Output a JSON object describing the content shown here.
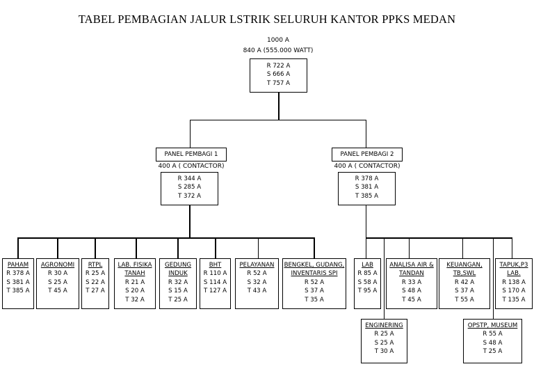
{
  "title": "TABEL PEMBAGIAN JALUR LSTRIK SELURUH KANTOR PPKS MEDAN",
  "main": {
    "line1": "1000 A",
    "line2": "840 A (555.000 WATT)",
    "phases": [
      "R 722 A",
      "S 666 A",
      "T 757 A"
    ]
  },
  "panel1": {
    "label": "PANEL PEMBAGI 1",
    "rating": "400 A ( CONTACTOR)",
    "phases": [
      "R 344 A",
      "S 285 A",
      "T 372 A"
    ]
  },
  "panel2": {
    "label": "PANEL PEMBAGI 2",
    "rating": "400 A ( CONTACTOR)",
    "phases": [
      "R 378 A",
      "S 381 A",
      "T 385 A"
    ]
  },
  "branches": [
    {
      "title": "PAHAM",
      "values": [
        "R 378 A",
        "S 381 A",
        "T 385 A"
      ]
    },
    {
      "title": "AGRONOMI",
      "values": [
        "R 30 A",
        "S 25 A",
        "T 45 A"
      ]
    },
    {
      "title": "RTPL",
      "values": [
        "R 25 A",
        "S 22 A",
        "T 27 A"
      ]
    },
    {
      "title": "LAB. FISIKA TANAH",
      "title_lines": [
        "LAB. FISIKA",
        "TANAH"
      ],
      "values": [
        "R 21 A",
        "S 20 A",
        "T 32 A"
      ]
    },
    {
      "title": "GEDUNG INDUK",
      "title_lines": [
        "GEDUNG",
        "INDUK"
      ],
      "values": [
        "R 32 A",
        "S 15 A",
        "T 25 A"
      ]
    },
    {
      "title": "BHT",
      "values": [
        "R 110 A",
        "S 114 A",
        "T 127 A"
      ]
    },
    {
      "title": "PELAYANAN",
      "values": [
        "R 52 A",
        "S 32 A",
        "T 43 A"
      ]
    },
    {
      "title": "BENGKEL, GUDANG, INVENTARIS SPI",
      "title_lines": [
        "BENGKEL, GUDANG,",
        "INVENTARIS SPI"
      ],
      "values": [
        "R 52 A",
        "S 37 A",
        "T 35 A"
      ]
    },
    {
      "title": "LAB",
      "values": [
        "R 85 A",
        "S 58 A",
        "T 95 A"
      ]
    },
    {
      "title": "ANALISA AIR & TANDAN",
      "title_lines": [
        "ANALISA AIR &",
        "TANDAN"
      ],
      "values": [
        "R 33 A",
        "S 48 A",
        "T 45 A"
      ]
    },
    {
      "title": "KEUANGAN, TB,SWL",
      "title_lines": [
        "KEUANGAN,",
        "TB,SWL"
      ],
      "values": [
        "R 42 A",
        "S 37 A",
        "T 55 A"
      ]
    },
    {
      "title": "TAPUK,P3 LAB.",
      "title_lines": [
        "TAPUK,P3",
        "LAB."
      ],
      "values": [
        "R 138 A",
        "S 170 A",
        "T 135 A"
      ]
    },
    {
      "title": "ENGINERING",
      "values": [
        "R 25 A",
        "S 25 A",
        "T 30 A"
      ]
    },
    {
      "title": "OPSTP, MUSEUM",
      "values": [
        "R 55 A",
        "S 48 A",
        "T 25 A"
      ]
    }
  ]
}
